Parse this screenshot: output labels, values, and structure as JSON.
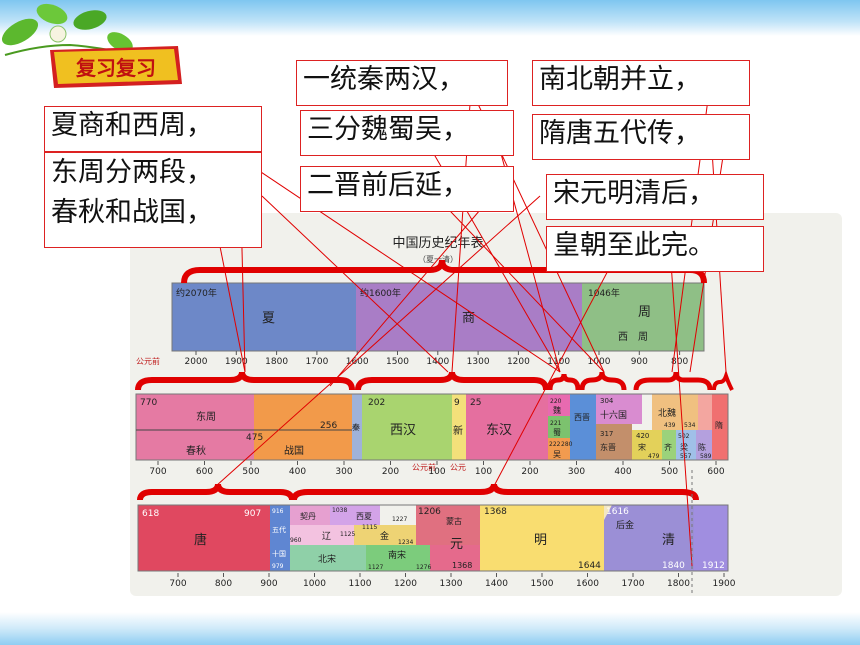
{
  "badge": {
    "text": "复习复习"
  },
  "mnemonic": {
    "line1": "夏商和西周，",
    "line2": "东周分两段，",
    "line3": "春秋和战国，",
    "line4": "一统秦两汉，",
    "line5": "三分魏蜀吴，",
    "line6": "二晋前后延，",
    "line7": "南北朝并立，",
    "line8": "隋唐五代传，",
    "line9": "宋元明清后，",
    "line10": "皇朝至此完。"
  },
  "chart": {
    "title": "中国历史纪年表",
    "subtitle": "（夏一清）",
    "row1": {
      "xia_start": "约2070年",
      "xia": "夏",
      "shang_start": "约1600年",
      "shang": "商",
      "zhou_start": "1046年",
      "zhou": "周",
      "xizhou": "西　周",
      "era": "公元前",
      "ticks": [
        "2000",
        "1900",
        "1800",
        "1700",
        "1600",
        "1500",
        "1400",
        "1300",
        "1200",
        "1100",
        "1000",
        "900",
        "800"
      ]
    },
    "row2": {
      "y770": "770",
      "dongzhou": "东周",
      "y475": "475",
      "y256": "256",
      "chunqiu": "春秋",
      "zhanguo": "战国",
      "qin": "秦",
      "y202": "202",
      "xihan": "西汉",
      "y9": "9",
      "xin": "新",
      "y25": "25",
      "donghan": "东汉",
      "y220": "220",
      "wei": "魏",
      "y221": "221",
      "shu": "蜀",
      "y222": "222",
      "y280": "280",
      "wu": "吴",
      "xijin": "西晋",
      "y304": "304",
      "shiliuguo": "十六国",
      "y317": "317",
      "dongjin": "东晋",
      "y420": "420",
      "song": "宋",
      "qi": "齐",
      "liang": "梁",
      "chen": "陈",
      "y439": "439",
      "beiwei": "北魏",
      "y534": "534",
      "y502": "502",
      "y479": "479",
      "y557": "557",
      "y589": "589",
      "sui": "隋",
      "era_bc": "公元前",
      "era_ad": "公元",
      "ticks": [
        "700",
        "600",
        "500",
        "400",
        "300",
        "200",
        "100",
        "100",
        "200",
        "300",
        "400",
        "500",
        "600"
      ]
    },
    "row3": {
      "y618": "618",
      "tang": "唐",
      "y907": "907",
      "y916": "916",
      "wudai": "五代",
      "shiguo": "十国",
      "y960": "960",
      "y979": "979",
      "qidan": "契丹",
      "liao": "辽",
      "y1038": "1038",
      "xixia": "西夏",
      "y1125": "1125",
      "y1115": "1115",
      "jin": "金",
      "y1227": "1227",
      "y1234": "1234",
      "beisong": "北宋",
      "y1127": "1127",
      "nansong": "南宋",
      "y1276": "1276",
      "y1206": "1206",
      "menggu": "蒙古",
      "yuan": "元",
      "y1368a": "1368",
      "y1368b": "1368",
      "ming": "明",
      "y1644": "1644",
      "y1616": "1616",
      "houjin": "后金",
      "qing": "清",
      "y1840": "1840",
      "y1912": "1912",
      "ticks": [
        "700",
        "800",
        "900",
        "1000",
        "1100",
        "1200",
        "1300",
        "1400",
        "1500",
        "1600",
        "1700",
        "1800",
        "1900"
      ]
    }
  },
  "colors": {
    "accent_red": "#e00000",
    "xia": "#6d88c8",
    "shang": "#a97dc6",
    "zhou": "#8fbf86"
  }
}
